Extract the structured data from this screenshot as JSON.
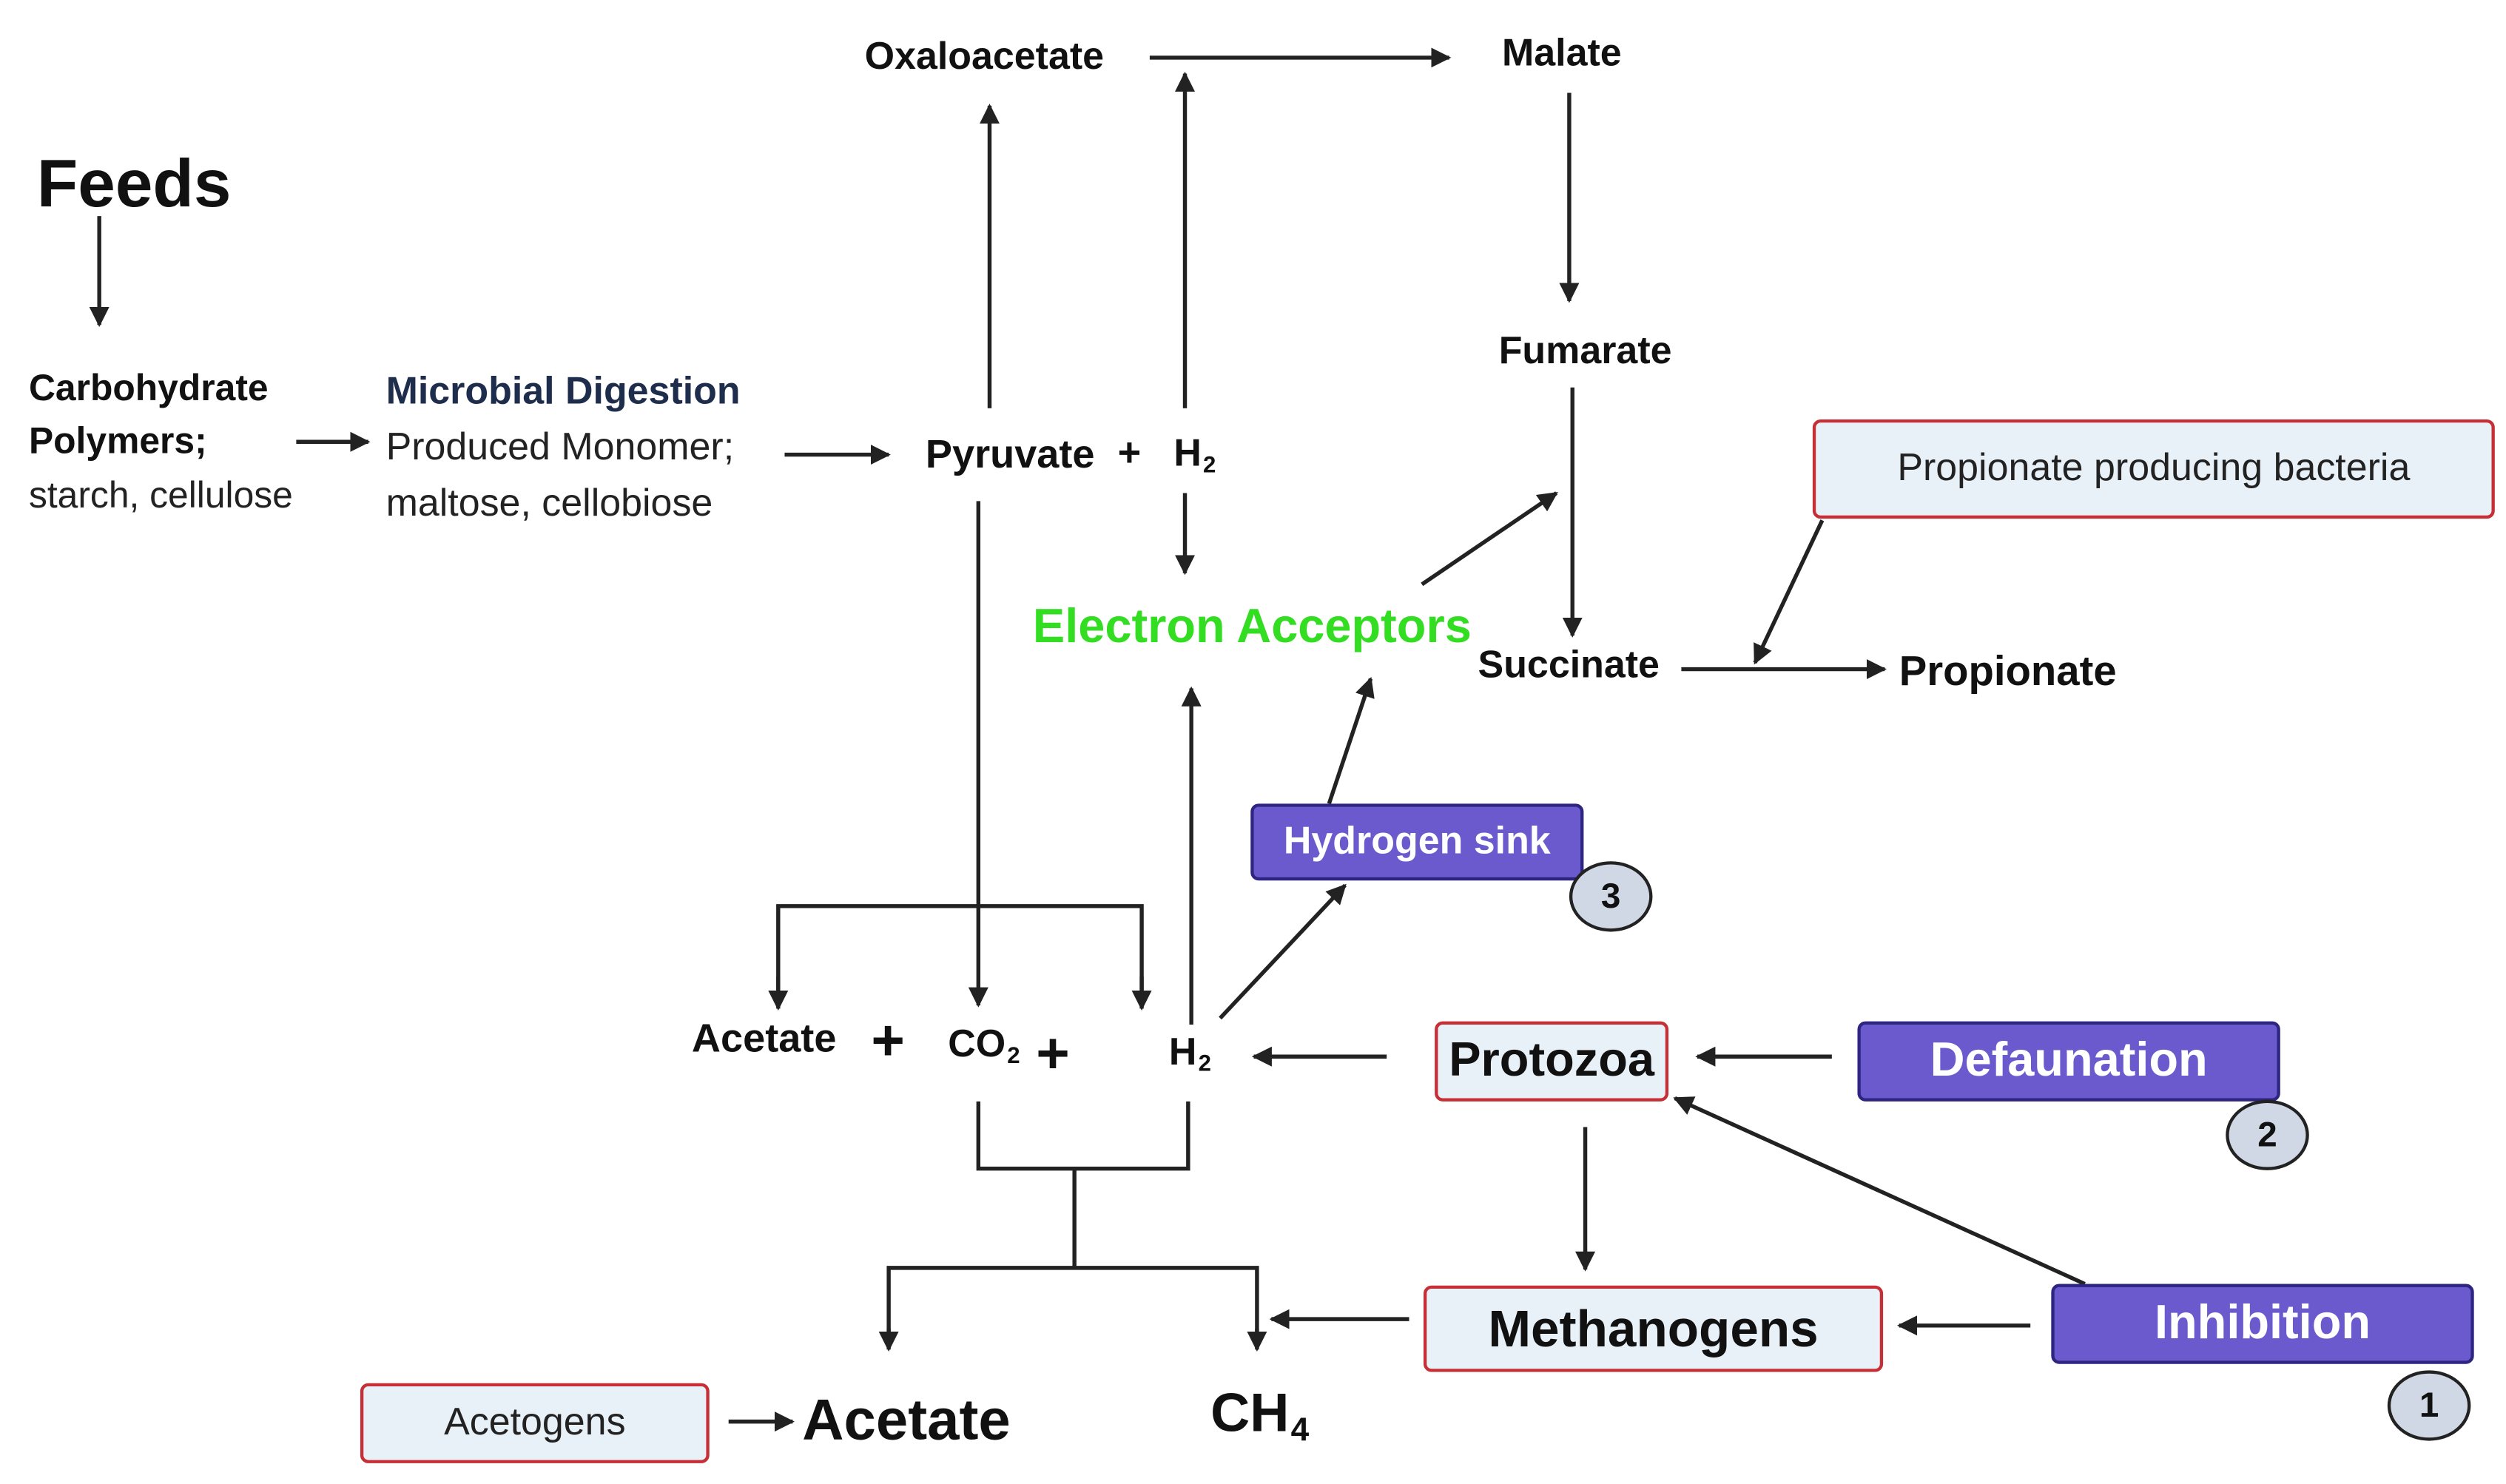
{
  "feeds": "Feeds",
  "carbohydrate": {
    "line1": "Carbohydrate",
    "line2": "Polymers;",
    "line3": "starch, cellulose"
  },
  "digestion": {
    "title": "Microbial Digestion",
    "line2": "Produced Monomer;",
    "line3": "maltose, cellobiose"
  },
  "pyruvate": "Pyruvate",
  "plus": "+",
  "h2": {
    "base": "H",
    "sub": "2"
  },
  "co2": {
    "base": "CO",
    "sub": "2"
  },
  "ch4": {
    "base": "CH",
    "sub": "4"
  },
  "oxaloacetate": "Oxaloacetate",
  "malate": "Malate",
  "fumarate": "Fumarate",
  "succinate": "Succinate",
  "propionate": "Propionate",
  "electron_acceptors": "Electron Acceptors",
  "acetate_mid": "Acetate",
  "acetate_bottom": "Acetate",
  "boxes": {
    "propionate_bacteria": "Propionate producing bacteria",
    "hydrogen_sink": "Hydrogen sink",
    "protozoa": "Protozoa",
    "defaunation": "Defaunation",
    "methanogens": "Methanogens",
    "inhibition": "Inhibition",
    "acetogens": "Acetogens"
  },
  "badges": {
    "one": "1",
    "two": "2",
    "three": "3"
  },
  "colors": {
    "electron_acceptors": "#33dd22",
    "digestion_title": "#1f2d4d",
    "red_border": "#c62f35",
    "purple_fill": "#6a5acd",
    "light_fill": "#e8f0f8",
    "badge_fill": "#cfd8e4"
  }
}
